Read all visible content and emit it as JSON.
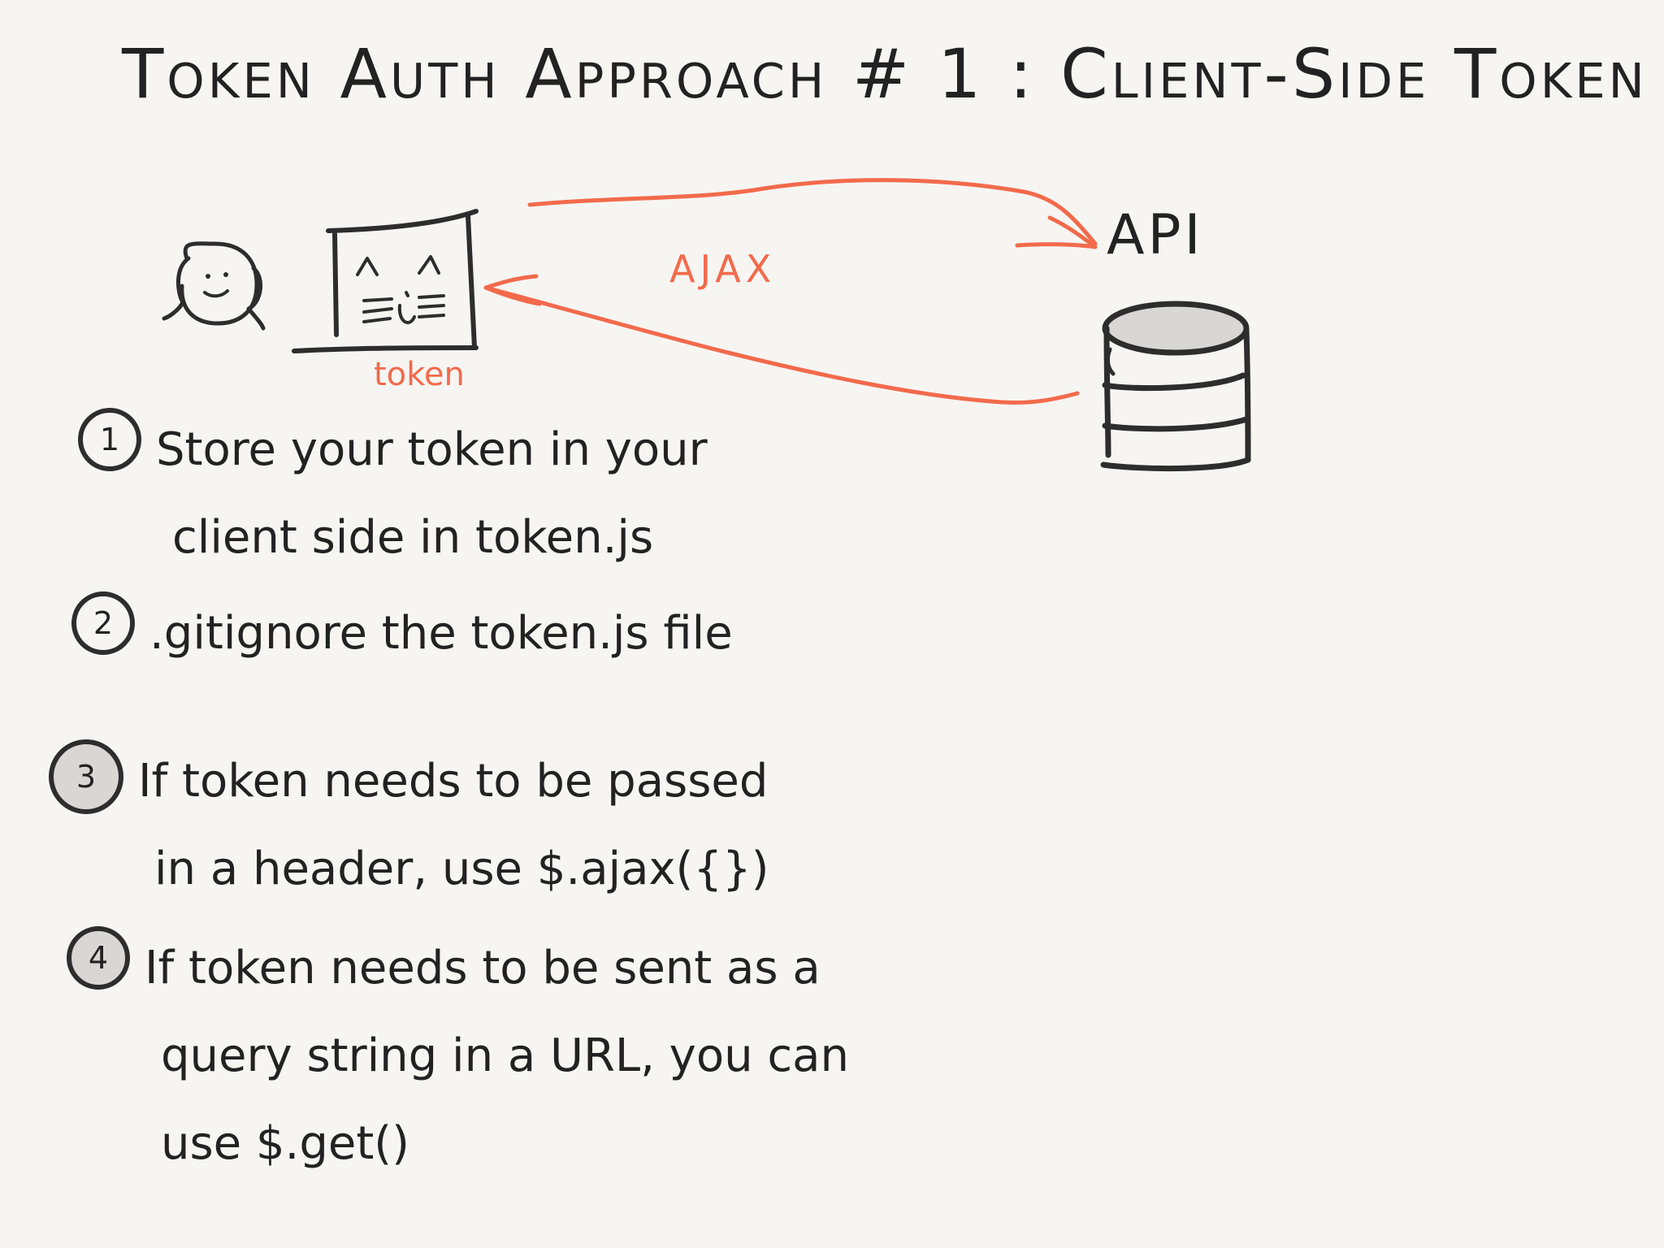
{
  "title": "Token Auth Approach # 1 : Client-Side Token",
  "labels": {
    "token": "token",
    "ajax": "AJAX",
    "api": "API"
  },
  "icons": {
    "user": "person-face-icon",
    "browser": "cat-face-browser-icon",
    "database": "database-icon",
    "request_arrow": "arrow-right-icon",
    "response_arrow": "arrow-left-icon"
  },
  "colors": {
    "ink": "#2d2d2d",
    "accent": "#f26a4b",
    "background": "#f6f5f2",
    "fill_gray": "#d8d7d4"
  },
  "steps": [
    {
      "number": "1",
      "lines": [
        "Store your token in your",
        "client side in token.js"
      ]
    },
    {
      "number": "2",
      "lines": [
        ".gitignore the token.js file"
      ]
    },
    {
      "number": "3",
      "lines": [
        "If token needs to be passed",
        "in a header, use $.ajax({})"
      ]
    },
    {
      "number": "4",
      "lines": [
        "If token needs to be sent as a",
        "query string in a URL, you can",
        "use $.get()"
      ]
    }
  ]
}
